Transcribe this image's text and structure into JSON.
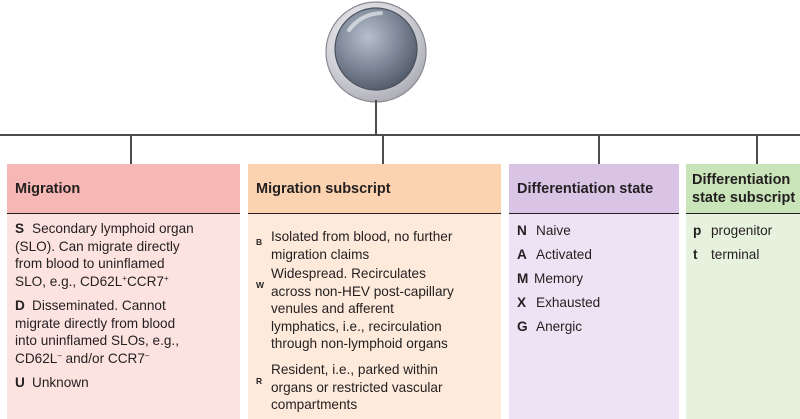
{
  "panels": {
    "migration": {
      "title": "Migration",
      "items": [
        {
          "code": "S",
          "lines": [
            "Secondary lymphoid organ",
            "(SLO). Can migrate directly",
            "from blood to uninflamed"
          ],
          "last_prefix": "SLO, e.g., CD62L",
          "sup1": "+",
          "mid": "CCR7",
          "sup2": "+"
        },
        {
          "code": "D",
          "lines": [
            "Disseminated. Cannot",
            "migrate directly from blood",
            "into uninflamed SLOs, e.g.,"
          ],
          "last_prefix": "CD62L",
          "sup1": "–",
          "mid": " and/or CCR7",
          "sup2": "–"
        },
        {
          "code": "U",
          "lines": [
            "Unknown"
          ]
        }
      ]
    },
    "migration_subscript": {
      "title": "Migration subscript",
      "items": [
        {
          "code": "B",
          "lines": [
            "Isolated from blood, no further",
            "migration claims"
          ]
        },
        {
          "code": "W",
          "lines": [
            "Widespread. Recirculates",
            "across non-HEV post-capillary",
            "venules and afferent",
            "lymphatics, i.e., recirculation",
            "through non-lymphoid organs"
          ]
        },
        {
          "code": "R",
          "lines": [
            "Resident, i.e., parked within",
            "organs or restricted vascular",
            "compartments"
          ]
        }
      ]
    },
    "differentiation_state": {
      "title": "Differentiation state",
      "items": [
        {
          "code": "N",
          "label": "Naive"
        },
        {
          "code": "A",
          "label": "Activated"
        },
        {
          "code": "M",
          "label": "Memory"
        },
        {
          "code": "X",
          "label": "Exhausted"
        },
        {
          "code": "G",
          "label": "Anergic"
        }
      ]
    },
    "differentiation_subscript": {
      "title_line1": "Differentiation",
      "title_line2": "state subscript",
      "items": [
        {
          "code": "p",
          "label": "progenitor"
        },
        {
          "code": "t",
          "label": "terminal"
        }
      ]
    }
  },
  "colors": {
    "migration_header": "#f6b8b4",
    "migration_body": "#fde3e0",
    "subscript_header": "#fbd3b0",
    "subscript_body": "#fdeadb",
    "diff_header": "#d9c4e6",
    "diff_body": "#eee3f4",
    "diffsub_header": "#c8e4b8",
    "diffsub_body": "#e6f2dd",
    "cell_outer": "#c9c9cf",
    "cell_nucleus": "#7b8494"
  }
}
